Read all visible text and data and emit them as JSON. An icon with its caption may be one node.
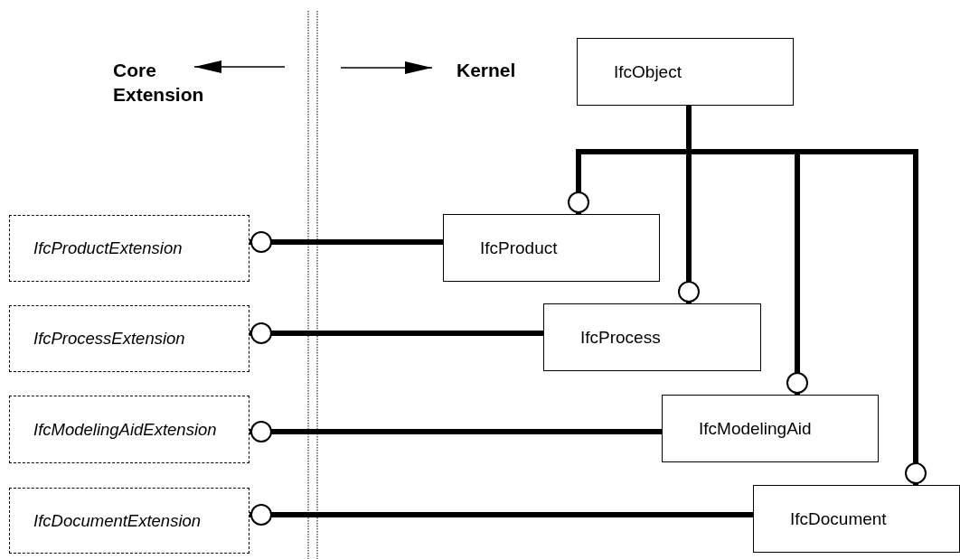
{
  "diagram": {
    "nodes": [
      {
        "text": [
          "IfcObject"
        ]
      },
      {
        "text": [
          "IfcProductExtension"
        ]
      },
      {
        "text": [
          "IfcProduct"
        ]
      },
      {
        "text": [
          "IfcProcessExtension"
        ]
      },
      {
        "text": [
          "IfcProcess"
        ]
      },
      {
        "text": [
          "IfcModelingAidExtension"
        ]
      },
      {
        "text": [
          "IfcModelingAid"
        ]
      },
      {
        "text": [
          "IfcDocumentExtension"
        ]
      },
      {
        "text": [
          "IfcDocument"
        ]
      }
    ],
    "edges": [
      {
        "from": 0,
        "to": 2,
        "arrow": "other"
      },
      {
        "from": 0,
        "to": 4,
        "arrow": "other"
      },
      {
        "from": 0,
        "to": 6,
        "arrow": "other"
      },
      {
        "from": 0,
        "to": 8,
        "arrow": "other"
      },
      {
        "from": 2,
        "to": 1,
        "arrow": "other"
      },
      {
        "from": 4,
        "to": 3,
        "arrow": "other"
      },
      {
        "from": 6,
        "to": 5,
        "arrow": "other"
      },
      {
        "from": 8,
        "to": 7,
        "arrow": "other"
      }
    ],
    "labels": [
      "Core Extension",
      "Kernel"
    ]
  }
}
